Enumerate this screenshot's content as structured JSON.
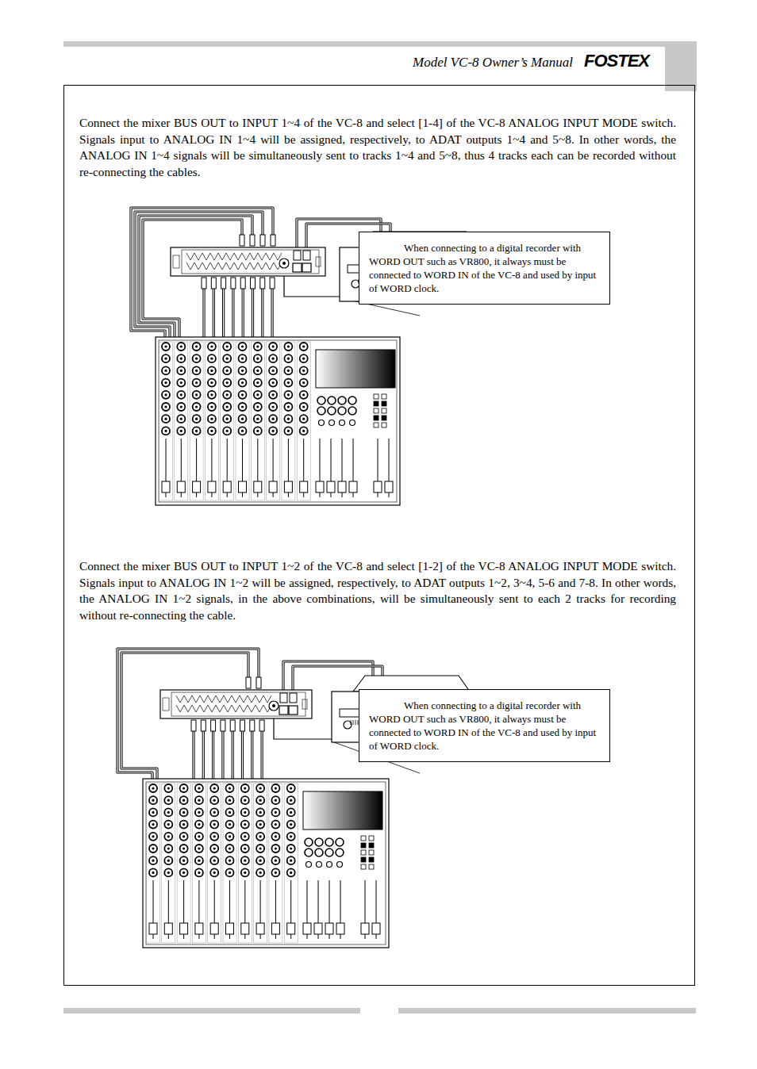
{
  "diagram": {
    "nodes": [
      {
        "text": [
          "Connect the mixer BUS OUT to INPUT 1~4 of the VC-8 and select [1-4] of the VC-8 ANALOG INPUT MODE switch. Signals input to ANALOG IN 1~4 will be assigned, respectively, to ADAT outputs 1~4 and 5~8. In other words, the ANALOG IN 1~4 signals will be simultaneously sent to tracks 1~4 and 5~8, thus 4 tracks each can be recorded without re-connecting the cables.",
          "Connect the mixer BUS OUT to INPUT 1~2 of the VC-8 and select [1-2] of the VC-8 ANALOG INPUT MODE switch. Signals input to ANALOG IN 1~2 will be assigned, respectively, to ADAT outputs 1~2, 3~4, 5-6 and 7-8. In other words, the ANALOG IN 1~2 signals, in the above combinations, will be simultaneously sent to each 2 tracks for recording without re-connecting the cable."
        ]
      },
      {
        "text": [
          "When connecting to a digital recorder with WORD OUT such as VR800, it always must be connected to WORD IN of the VC-8 and used by input of WORD clock."
        ],
        "in": 0
      },
      {
        "text": [
          "When connecting to a digital recorder with WORD OUT such as VR800, it always must be connected to WORD IN of the VC-8 and used by input of WORD clock."
        ],
        "in": 0
      }
    ],
    "labels": [
      "Model VC-8 Owner’s Manual",
      "FOSTEX"
    ]
  }
}
